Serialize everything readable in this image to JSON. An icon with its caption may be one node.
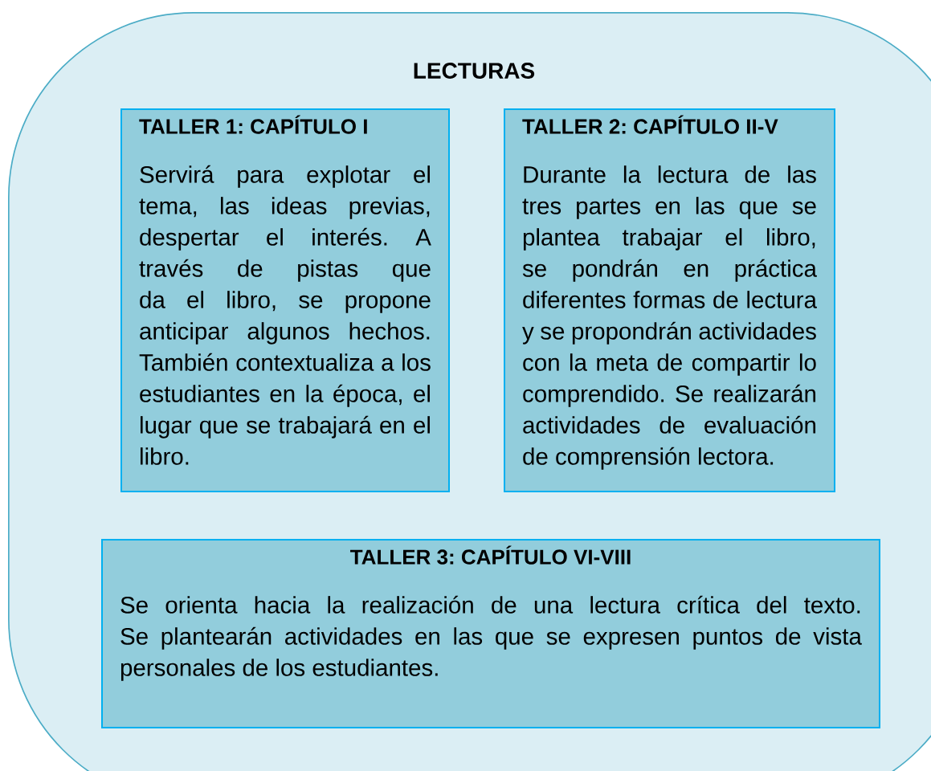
{
  "diagram": {
    "nodes": [
      {
        "text": [
          "LECTURAS"
        ]
      },
      {
        "text": [
          "TALLER 1: CAPÍTULO I",
          "Servirá para explotar el tema, las ideas previas, despertar el interés. A través de pistas que da el libro, se propone anticipar algunos hechos. También contextualiza a los estudiantes en la época, el lugar que se trabajará en el libro."
        ],
        "in": 0
      },
      {
        "text": [
          "TALLER 2: CAPÍTULO II-V",
          "Durante la lectura de las tres partes en las que se plantea trabajar el libro, se pondrán en práctica diferentes formas de lectura y se propondrán actividades con la meta de compartir lo comprendido. Se realizarán actividades de evaluación de comprensión lectora."
        ],
        "in": 0
      },
      {
        "text": [
          "TALLER 3: CAPÍTULO VI-VIII",
          "Se orienta hacia la realización de una lectura crítica del texto. Se plantearán actividades en las que se expresen puntos de vista personales de los estudiantes."
        ],
        "in": 0
      }
    ]
  }
}
